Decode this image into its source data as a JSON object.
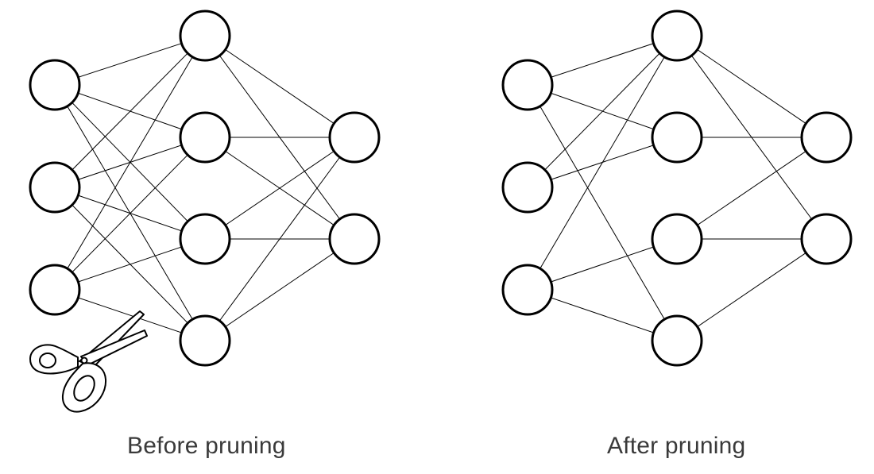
{
  "captions": {
    "before": "Before pruning",
    "after": "After pruning"
  },
  "colors": {
    "stroke": "#000000",
    "node_fill": "#ffffff",
    "text": "#3a3a3a"
  },
  "networks": [
    {
      "id": "before",
      "layers": [
        3,
        4,
        2
      ],
      "edges": [
        [
          0,
          0,
          1,
          0
        ],
        [
          0,
          0,
          1,
          1
        ],
        [
          0,
          0,
          1,
          2
        ],
        [
          0,
          0,
          1,
          3
        ],
        [
          0,
          1,
          1,
          0
        ],
        [
          0,
          1,
          1,
          1
        ],
        [
          0,
          1,
          1,
          2
        ],
        [
          0,
          1,
          1,
          3
        ],
        [
          0,
          2,
          1,
          0
        ],
        [
          0,
          2,
          1,
          1
        ],
        [
          0,
          2,
          1,
          2
        ],
        [
          0,
          2,
          1,
          3
        ],
        [
          1,
          0,
          2,
          0
        ],
        [
          1,
          0,
          2,
          1
        ],
        [
          1,
          1,
          2,
          0
        ],
        [
          1,
          1,
          2,
          1
        ],
        [
          1,
          2,
          2,
          0
        ],
        [
          1,
          2,
          2,
          1
        ],
        [
          1,
          3,
          2,
          0
        ],
        [
          1,
          3,
          2,
          1
        ]
      ],
      "has_scissors": true
    },
    {
      "id": "after",
      "layers": [
        3,
        4,
        2
      ],
      "edges": [
        [
          0,
          0,
          1,
          0
        ],
        [
          0,
          0,
          1,
          1
        ],
        [
          0,
          0,
          1,
          3
        ],
        [
          0,
          1,
          1,
          0
        ],
        [
          0,
          1,
          1,
          1
        ],
        [
          0,
          2,
          1,
          0
        ],
        [
          0,
          2,
          1,
          2
        ],
        [
          0,
          2,
          1,
          3
        ],
        [
          1,
          0,
          2,
          0
        ],
        [
          1,
          0,
          2,
          1
        ],
        [
          1,
          1,
          2,
          0
        ],
        [
          1,
          2,
          2,
          0
        ],
        [
          1,
          2,
          2,
          1
        ],
        [
          1,
          3,
          2,
          1
        ]
      ],
      "has_scissors": false
    }
  ]
}
